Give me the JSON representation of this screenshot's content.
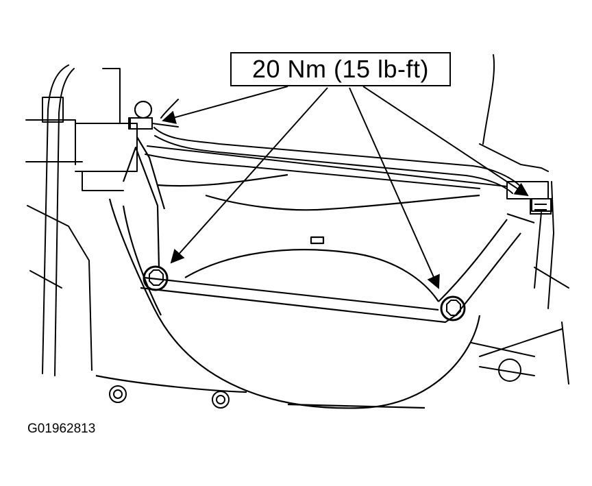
{
  "callout": {
    "label": "20 Nm (15 lb-ft)"
  },
  "figure": {
    "id": "G01962813"
  },
  "colors": {
    "line": "#000000",
    "background": "#ffffff"
  },
  "targets": [
    {
      "name": "upper-left-bolt"
    },
    {
      "name": "upper-right-bolt"
    },
    {
      "name": "lower-left-bolt"
    },
    {
      "name": "lower-right-bolt"
    }
  ]
}
